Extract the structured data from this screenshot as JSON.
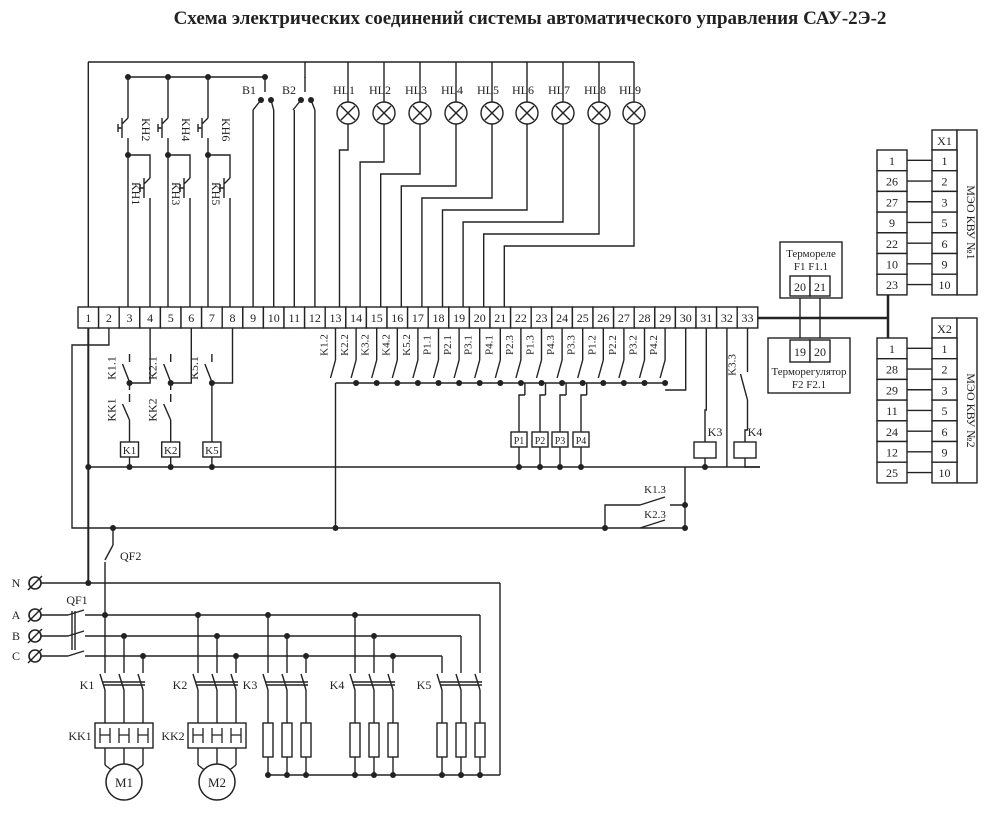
{
  "title": "Схема электрических соединений системы автоматического управления САУ-2Э-2",
  "terminals": [
    "1",
    "2",
    "3",
    "4",
    "5",
    "6",
    "7",
    "8",
    "9",
    "10",
    "11",
    "12",
    "13",
    "14",
    "15",
    "16",
    "17",
    "18",
    "19",
    "20",
    "21",
    "22",
    "23",
    "24",
    "25",
    "26",
    "27",
    "28",
    "29",
    "30",
    "31",
    "32",
    "33"
  ],
  "lamps": [
    "HL1",
    "HL2",
    "HL3",
    "HL4",
    "HL5",
    "HL6",
    "HL7",
    "HL8",
    "HL9"
  ],
  "switches": [
    "B1",
    "B2"
  ],
  "pushbuttons_top": [
    "KH2",
    "KH4",
    "KH6"
  ],
  "pushbuttons_bottom": [
    "KH1",
    "KH3",
    "KH5"
  ],
  "coil_contacts": [
    "K1.1",
    "K2.1",
    "K5.1"
  ],
  "thermal_contacts": [
    "KK1",
    "KK2"
  ],
  "coils_left": [
    "K1",
    "K2",
    "K5"
  ],
  "contacts_row": [
    "K1.2",
    "K2.2",
    "K3.2",
    "K4.2",
    "K5.2",
    "P1.1",
    "P2.1",
    "P3.1",
    "P4.1",
    "P2.3",
    "P1.3",
    "P4.3",
    "P3.3",
    "P1.2",
    "P2.2",
    "P3.2",
    "P4.2"
  ],
  "relay_coils": [
    "P1",
    "P2",
    "P3",
    "P4"
  ],
  "coils_right": [
    "K3",
    "K4"
  ],
  "contact_k33": "K3.3",
  "contacts_lower": [
    "K1.3",
    "K2.3"
  ],
  "qf2": "QF2",
  "qf1": "QF1",
  "phases": [
    "N",
    "A",
    "B",
    "C"
  ],
  "contactors": [
    "K1",
    "K2",
    "K3",
    "K4",
    "K5"
  ],
  "overloads": [
    "KK1",
    "KK2"
  ],
  "motors": [
    "M1",
    "M2"
  ],
  "thermorele": {
    "title": "Термореле",
    "subtitle": "F1 F1.1",
    "pins": [
      "20",
      "21"
    ]
  },
  "thermoregulator": {
    "title": "Терморегулятор",
    "subtitle": "F2 F2.1",
    "pins": [
      "19",
      "20"
    ]
  },
  "x1": {
    "header": "X1",
    "label": "МЭО КВУ №1",
    "left": [
      "1",
      "26",
      "27",
      "9",
      "22",
      "10",
      "23"
    ],
    "right": [
      "1",
      "2",
      "3",
      "5",
      "6",
      "9",
      "10"
    ]
  },
  "x2": {
    "header": "X2",
    "label": "МЭО КВУ №2",
    "left": [
      "1",
      "28",
      "29",
      "11",
      "24",
      "12",
      "25"
    ],
    "right": [
      "1",
      "2",
      "3",
      "5",
      "6",
      "9",
      "10"
    ]
  }
}
